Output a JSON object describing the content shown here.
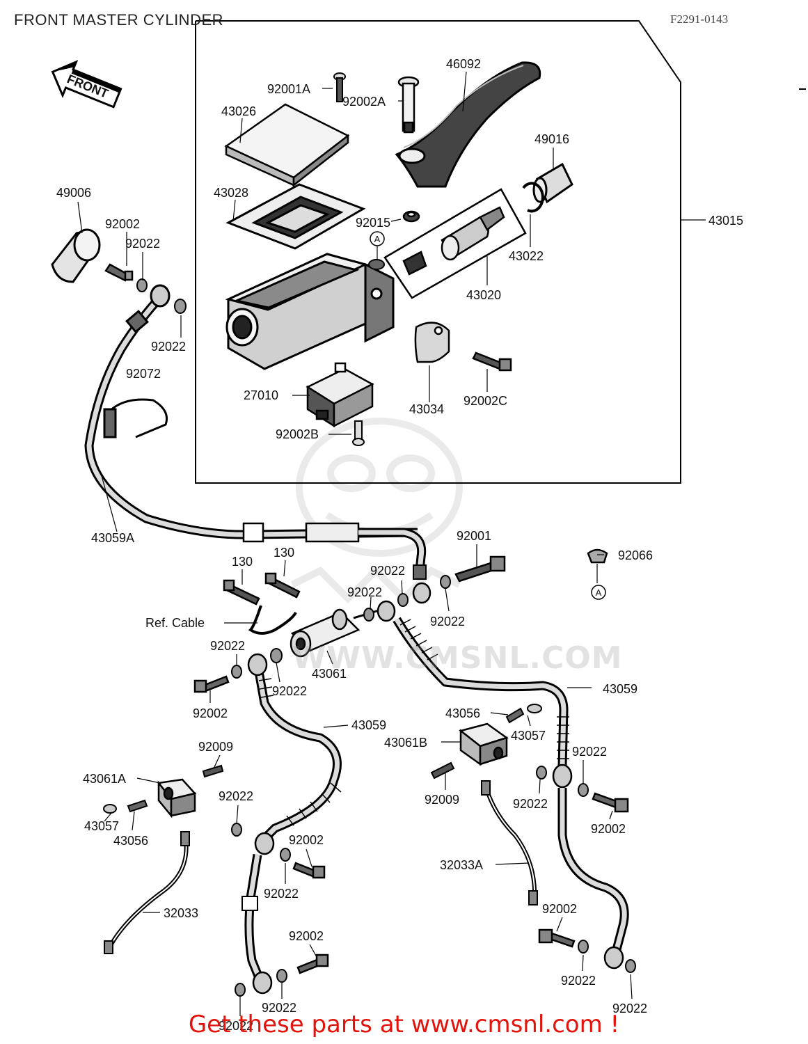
{
  "header": {
    "title": "FRONT MASTER CYLINDER",
    "code": "F2291-0143"
  },
  "direction_arrow": {
    "label": "FRONT"
  },
  "assembly": {
    "label": "43015"
  },
  "watermark": {
    "text": "WWW.CMSNL.COM"
  },
  "footer": {
    "text": "Get these parts at www.cmsnl.com !"
  },
  "callouts": [
    "92001A",
    "92002A",
    "46092",
    "43026",
    "49016",
    "43028",
    "49006",
    "92002",
    "92022",
    "92015",
    "43022",
    "43020",
    "92022",
    "92072",
    "27010",
    "43034",
    "92002C",
    "92002B",
    "43059A",
    "92001",
    "130",
    "130",
    "92022",
    "92066",
    "92022",
    "Ref. Cable",
    "92022",
    "92022",
    "43061",
    "92022",
    "43059",
    "92002",
    "43056",
    "43059",
    "43057",
    "43061B",
    "92022",
    "92009",
    "43061A",
    "92022",
    "92009",
    "92022",
    "92002",
    "43057",
    "43056",
    "92002",
    "32033A",
    "92022",
    "32033",
    "92002",
    "92002",
    "92022",
    "92022",
    "92022",
    "92022"
  ],
  "markers": [
    "A",
    "A"
  ],
  "icons": [
    "front-arrow-icon",
    "cmsnl-mascot-icon"
  ]
}
